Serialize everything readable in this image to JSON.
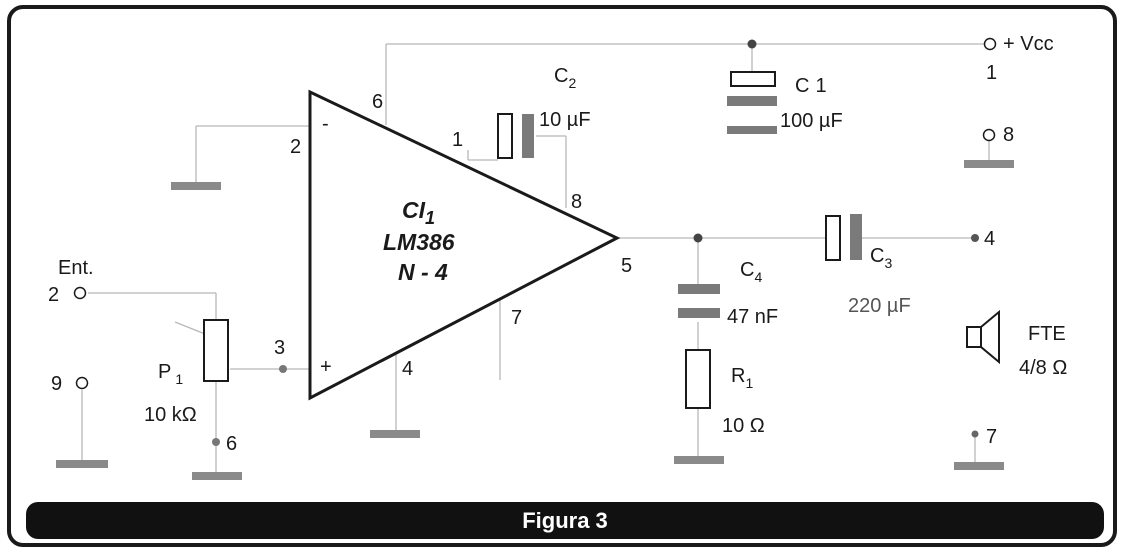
{
  "caption": "Figura 3",
  "ic": {
    "name": "CI",
    "name_sub": "1",
    "part": "LM386",
    "variant": "N - 4"
  },
  "pins": {
    "p1": "1",
    "p2": "2",
    "p3": "3",
    "p4": "4",
    "p5": "5",
    "p6": "6",
    "p7": "7",
    "p8": "8"
  },
  "inputs": {
    "minus": "-",
    "plus": "+"
  },
  "components": {
    "c1": {
      "letter": "C",
      "sub": "1",
      "value": "100 µF"
    },
    "c2": {
      "letter": "C",
      "sub": "2",
      "value": "10 µF"
    },
    "c3": {
      "letter": "C",
      "sub": "3",
      "value": "220 µF"
    },
    "c4": {
      "letter": "C",
      "sub": "4",
      "value": "47 nF"
    },
    "r1": {
      "letter": "R",
      "sub": "1",
      "value": "10 Ω"
    },
    "p1": {
      "letter": "P",
      "sub": "1",
      "value": "10 kΩ"
    },
    "spk": {
      "label": "FTE",
      "value": "4/8 Ω"
    }
  },
  "terminals": {
    "vcc": "+ Vcc",
    "t1": "1",
    "t2": "2",
    "ent": "Ent.",
    "t4": "4",
    "t6": "6",
    "t7": "7",
    "t8": "8",
    "t9": "9"
  }
}
